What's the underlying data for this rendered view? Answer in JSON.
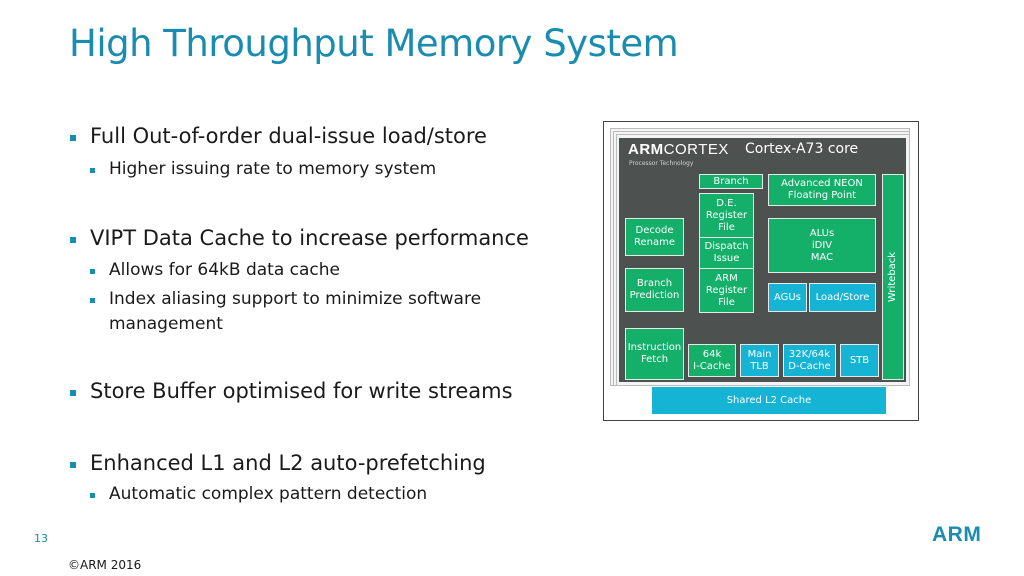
{
  "slide": {
    "title": "High Throughput Memory System",
    "page_number": "13",
    "copyright": "©ARM 2016",
    "logo": "ARM",
    "accent_color": "#1a8cb0"
  },
  "bullets": [
    {
      "level": 1,
      "text": "Full Out-of-order dual-issue load/store"
    },
    {
      "level": 2,
      "text": "Higher issuing rate to memory system"
    },
    {
      "level": 1,
      "text": "VIPT Data Cache to increase performance"
    },
    {
      "level": 2,
      "text": "Allows for 64kB data cache"
    },
    {
      "level": 2,
      "text": "Index aliasing support to minimize software"
    },
    {
      "level": 2,
      "text": "management"
    },
    {
      "level": 1,
      "text": "Store Buffer optimised for write streams"
    },
    {
      "level": 1,
      "text": "Enhanced L1 and L2 auto-prefetching"
    },
    {
      "level": 2,
      "text": "Automatic complex pattern detection"
    }
  ],
  "diagram": {
    "brand_bold": "ARM",
    "brand_light": "CORTEX",
    "brand_sub": "Processor Technology",
    "core_name": "Cortex-A73 core",
    "colors": {
      "green": "#14b06a",
      "cyan": "#15b4d4",
      "panel": "#4d5251"
    },
    "blocks": {
      "branch": "Branch",
      "de_register_file": "D.E.\nRegister\nFile",
      "dispatch_issue": "Dispatch\nIssue",
      "arm_register_file": "ARM\nRegister\nFile",
      "advanced_neon": "Advanced NEON\nFloating Point",
      "alus": "ALUs\niDIV\nMAC",
      "agus": "AGUs",
      "load_store": "Load/Store",
      "writeback": "Writeback",
      "decode_rename": "Decode\nRename",
      "branch_prediction": "Branch\nPrediction",
      "instruction_fetch": "Instruction\nFetch",
      "i_cache": "64k\nI-Cache",
      "main_tlb": "Main\nTLB",
      "d_cache": "32K/64k\nD-Cache",
      "stb": "STB",
      "shared_l2": "Shared L2 Cache"
    }
  }
}
